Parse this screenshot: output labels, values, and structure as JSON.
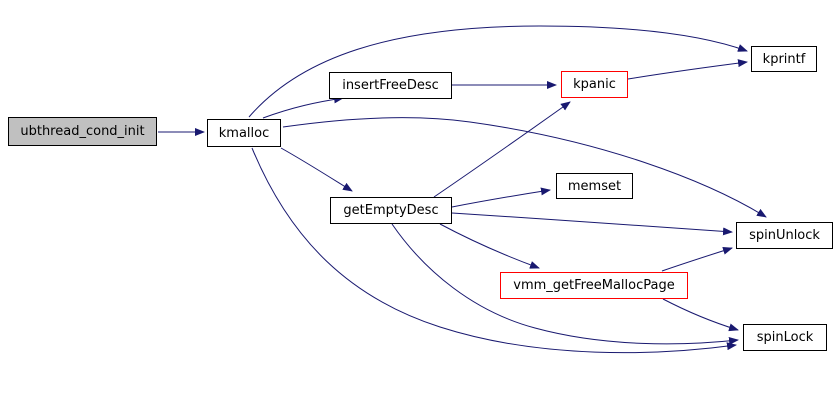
{
  "diagram": {
    "type": "call-graph",
    "root_function": "ubthread_cond_init",
    "colors": {
      "edge": "#191970",
      "arrowhead": "#191970",
      "node_border": "#000000",
      "highlight_node_border": "#ff0000",
      "root_node_fill": "#c0c0c0",
      "node_fill": "#ffffff",
      "background": "#ffffff",
      "text": "#000000"
    },
    "nodes": [
      {
        "id": "ubthread_cond_init",
        "label": "ubthread_cond_init",
        "style": "root"
      },
      {
        "id": "kmalloc",
        "label": "kmalloc",
        "style": "normal"
      },
      {
        "id": "insertFreeDesc",
        "label": "insertFreeDesc",
        "style": "normal"
      },
      {
        "id": "kpanic",
        "label": "kpanic",
        "style": "highlight"
      },
      {
        "id": "kprintf",
        "label": "kprintf",
        "style": "normal"
      },
      {
        "id": "getEmptyDesc",
        "label": "getEmptyDesc",
        "style": "normal"
      },
      {
        "id": "memset",
        "label": "memset",
        "style": "normal"
      },
      {
        "id": "spinUnlock",
        "label": "spinUnlock",
        "style": "normal"
      },
      {
        "id": "vmm_getFreeMallocPage",
        "label": "vmm_getFreeMallocPage",
        "style": "highlight"
      },
      {
        "id": "spinLock",
        "label": "spinLock",
        "style": "normal"
      }
    ],
    "edges": [
      {
        "from": "ubthread_cond_init",
        "to": "kmalloc"
      },
      {
        "from": "kmalloc",
        "to": "insertFreeDesc"
      },
      {
        "from": "kmalloc",
        "to": "kprintf"
      },
      {
        "from": "kmalloc",
        "to": "getEmptyDesc"
      },
      {
        "from": "kmalloc",
        "to": "spinUnlock"
      },
      {
        "from": "kmalloc",
        "to": "spinLock"
      },
      {
        "from": "insertFreeDesc",
        "to": "kpanic"
      },
      {
        "from": "kpanic",
        "to": "kprintf"
      },
      {
        "from": "getEmptyDesc",
        "to": "kpanic"
      },
      {
        "from": "getEmptyDesc",
        "to": "memset"
      },
      {
        "from": "getEmptyDesc",
        "to": "spinUnlock"
      },
      {
        "from": "getEmptyDesc",
        "to": "vmm_getFreeMallocPage"
      },
      {
        "from": "getEmptyDesc",
        "to": "spinLock"
      },
      {
        "from": "vmm_getFreeMallocPage",
        "to": "spinUnlock"
      },
      {
        "from": "vmm_getFreeMallocPage",
        "to": "spinLock"
      }
    ]
  }
}
